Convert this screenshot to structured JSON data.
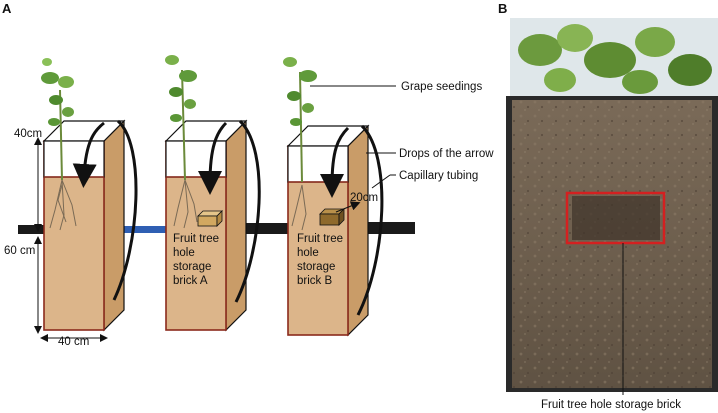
{
  "panels": {
    "a_letter": "A",
    "b_letter": "B"
  },
  "labels": {
    "grape": "Grape seedings",
    "drops": "Drops of the arrow",
    "capillary": "Capillary tubing",
    "brick_a": [
      "Fruit tree",
      "hole",
      "storage",
      "brick A"
    ],
    "brick_b": [
      "Fruit tree",
      "hole",
      "storage",
      "brick B"
    ],
    "photo_caption": "Fruit tree hole storage brick"
  },
  "dimensions": {
    "top": "40cm",
    "height": "60 cm",
    "width": "40 cm",
    "depth": "20cm"
  },
  "colors": {
    "box": "#dcb58a",
    "box_edge": "#8b2a1c",
    "brick": "#c69a4a",
    "pipe_blue": "#2f5fb3",
    "photo_frame": "#d42020"
  }
}
